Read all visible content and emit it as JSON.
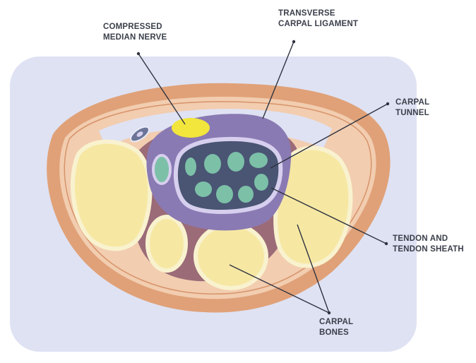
{
  "labels": {
    "compressed_median_nerve": [
      "COMPRESSED",
      "MEDIAN NERVE"
    ],
    "transverse_carpal_ligament": [
      "TRANSVERSE",
      "CARPAL LIGAMENT"
    ],
    "carpal_tunnel": [
      "CARPAL",
      "TUNNEL"
    ],
    "tendon_and_sheath": [
      "TENDON AND",
      "TENDON SHEATH"
    ],
    "carpal_bones": [
      "CARPAL",
      "BONES"
    ]
  },
  "colors": {
    "background_panel": "#dfe2f3",
    "skin": "#e0a178",
    "skin_inner": "#f2cdb0",
    "bone": "#f6e8a3",
    "bone_outline": "#f9f2cf",
    "tunnel_purple": "#8a7ab3",
    "tendon_space": "#4a5473",
    "tendon": "#7cc0a8",
    "sheath": "#d7cfee",
    "nerve": "#f2e53c",
    "leader_line": "#2f3340"
  }
}
